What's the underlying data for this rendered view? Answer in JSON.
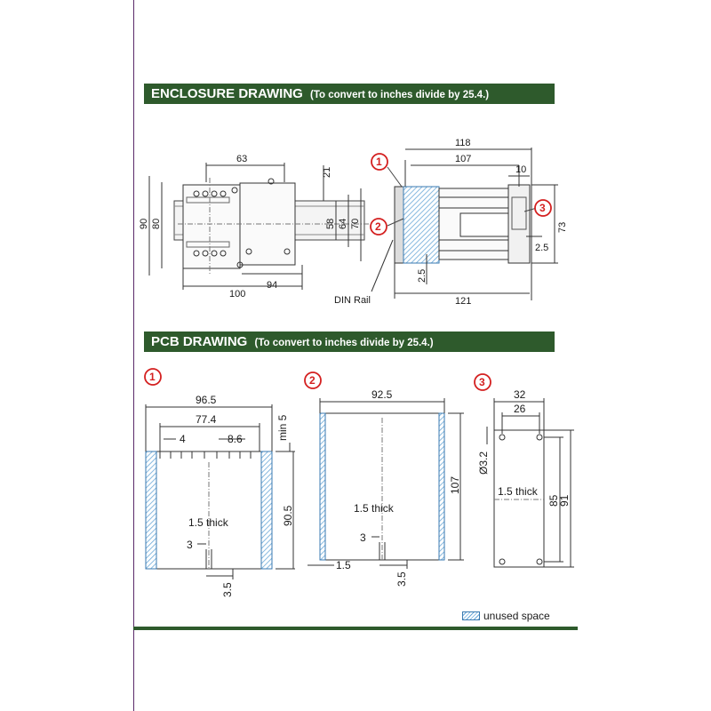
{
  "enclosure": {
    "title": "ENCLOSURE DRAWING",
    "note": "(To convert to inches divide by 25.4.)",
    "dims_front": {
      "d63": "63",
      "d21": "21",
      "d90": "90",
      "d80": "80",
      "d58": "58",
      "d64": "64",
      "d70": "70",
      "d100": "100",
      "d94": "94"
    },
    "dims_side": {
      "d118": "118",
      "d107": "107",
      "d10": "10",
      "d73": "73",
      "d2_5a": "2.5",
      "d2_5b": "2.5",
      "d121": "121"
    },
    "din_rail_label": "DIN Rail",
    "callouts": [
      "1",
      "2",
      "3"
    ]
  },
  "pcb": {
    "title": "PCB DRAWING",
    "note": "(To convert to inches divide by 25.4.)",
    "board1": {
      "num": "1",
      "w": "96.5",
      "inner": "77.4",
      "pitch_a": "4",
      "pitch_b": "8.6",
      "min": "min 5",
      "h": "90.5",
      "thick": "1.5 thick",
      "slot": "3",
      "bottom": "3.5"
    },
    "board2": {
      "num": "2",
      "w": "92.5",
      "h": "107",
      "thick": "1.5 thick",
      "slot": "3",
      "edge": "1.5",
      "bottom": "3.5"
    },
    "board3": {
      "num": "3",
      "w": "32",
      "inner": "26",
      "hole": "Ø3.2",
      "thick": "1.5 thick",
      "h1": "85",
      "h2": "91"
    }
  },
  "legend": {
    "label": "unused space"
  },
  "colors": {
    "banner": "#2e5a2c",
    "callout": "#d42020",
    "hatch": "#6aa8d8"
  }
}
